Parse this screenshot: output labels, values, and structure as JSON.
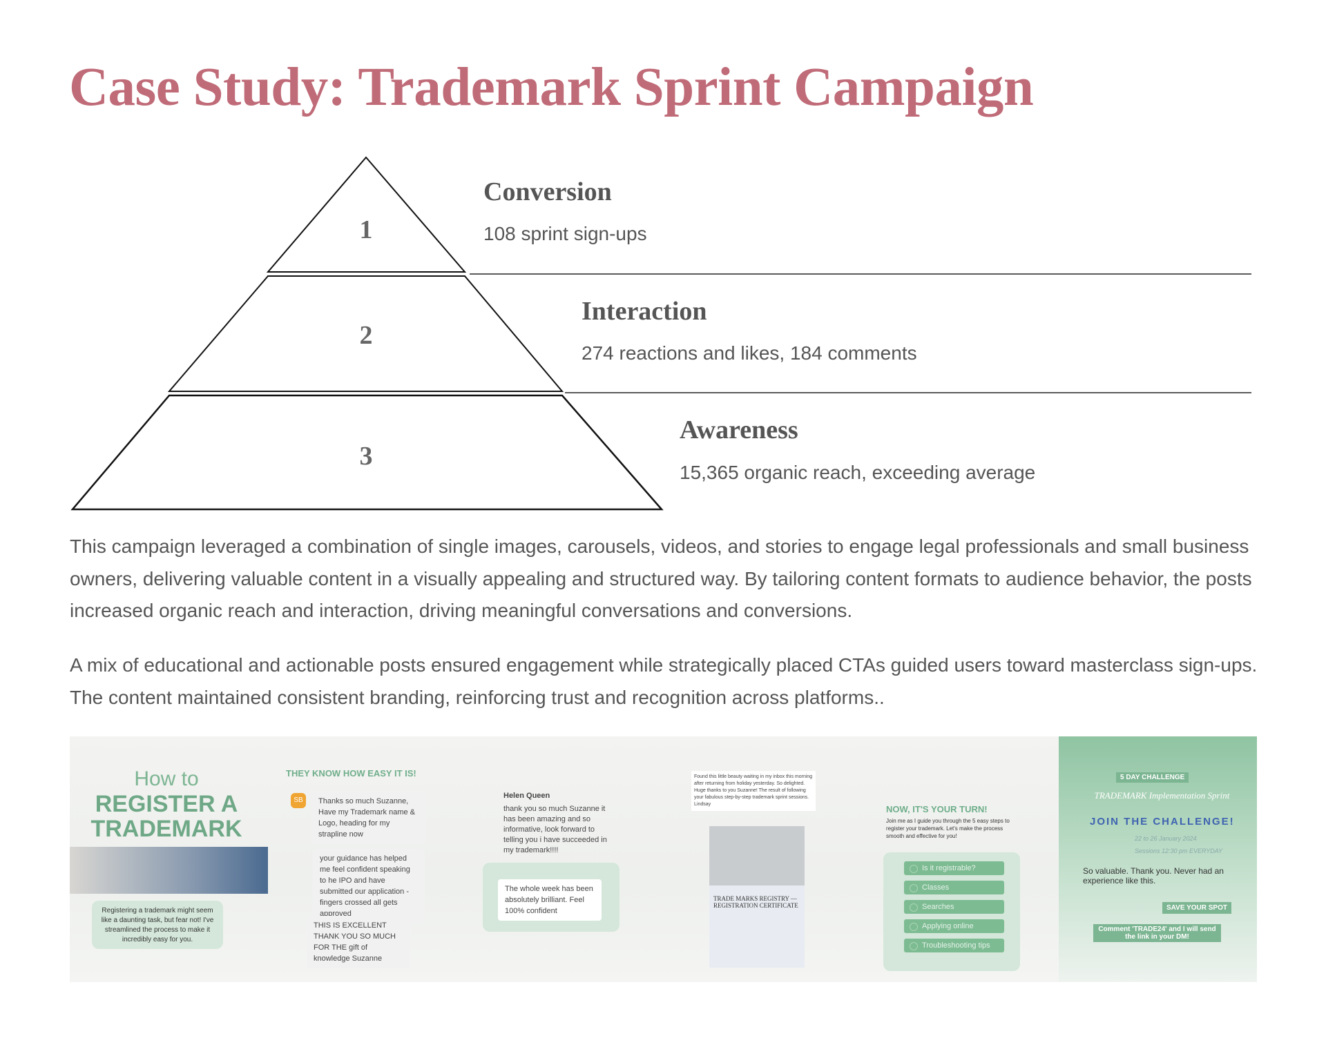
{
  "title": "Case Study: Trademark Sprint Campaign",
  "funnel": [
    {
      "number": "1",
      "heading": "Conversion",
      "detail": "108 sprint sign-ups"
    },
    {
      "number": "2",
      "heading": "Interaction",
      "detail": "274 reactions and likes, 184 comments"
    },
    {
      "number": "3",
      "heading": "Awareness",
      "detail": "15,365 organic reach, exceeding average"
    }
  ],
  "paragraphs": [
    "This campaign leveraged a combination of single images, carousels, videos, and stories to engage legal professionals and small business owners, delivering valuable content in a visually appealing and structured way. By tailoring content formats to audience behavior, the posts increased organic reach and interaction, driving meaningful conversations and conversions.",
    "A mix of educational and actionable posts ensured engagement while strategically placed CTAs guided users toward masterclass sign-ups. The content maintained consistent branding, reinforcing trust and recognition across platforms.."
  ],
  "collage": {
    "how_to": "How to",
    "register": "REGISTER A TRADEMARK",
    "intro": "Registering a trademark might seem like a daunting task, but fear not! I've streamlined the process to make it incredibly easy for you.",
    "they_know": "THEY KNOW HOW EASY IT IS!",
    "sb": "SB",
    "t1": "Thanks so much Suzanne, Have my Trademark name & Logo, heading for my strapline now",
    "t2": "your guidance has helped me feel confident speaking to he IPO and have submitted our application - fingers crossed all gets approved",
    "t3": "THIS IS EXCELLENT THANK YOU SO MUCH FOR THE gift of knowledge Suzanne",
    "helen": "Helen Queen",
    "t4": "thank you so much Suzanne it has been amazing and so informative, look forward to telling you i have succeeded in my trademark!!!!",
    "t5": "The whole week has been absolutely brilliant. Feel 100% confident",
    "t6": "Found this little beauty waiting in my inbox this morning after returning from holiday yesterday. So delighted. Huge thanks to you Suzanne! The result of following your fabulous step-by-step trademark sprint sessions.",
    "t6_name": "Lindsay",
    "cert": "TRADE MARKS REGISTRY — REGISTRATION CERTIFICATE",
    "your_turn": "NOW, IT'S YOUR TURN!",
    "your_turn_sub": "Join me as I guide you through the 5 easy steps to register your trademark. Let's make the process smooth and effective for you!",
    "steps": [
      "Is it registrable?",
      "Classes",
      "Searches",
      "Applying online",
      "Troubleshooting tips"
    ],
    "challenge": "5 DAY CHALLENGE",
    "sprint": "TRADEMARK Implementation Sprint",
    "join": "JOIN THE CHALLENGE!",
    "dates": "22 to 26 January 2024",
    "sessions": "Sessions 12:30 pm EVERYDAY",
    "t7": "So valuable. Thank you. Never had an experience like this.",
    "save": "SAVE YOUR SPOT",
    "comment": "Comment 'TRADE24' and I will send the link in your DM!"
  }
}
